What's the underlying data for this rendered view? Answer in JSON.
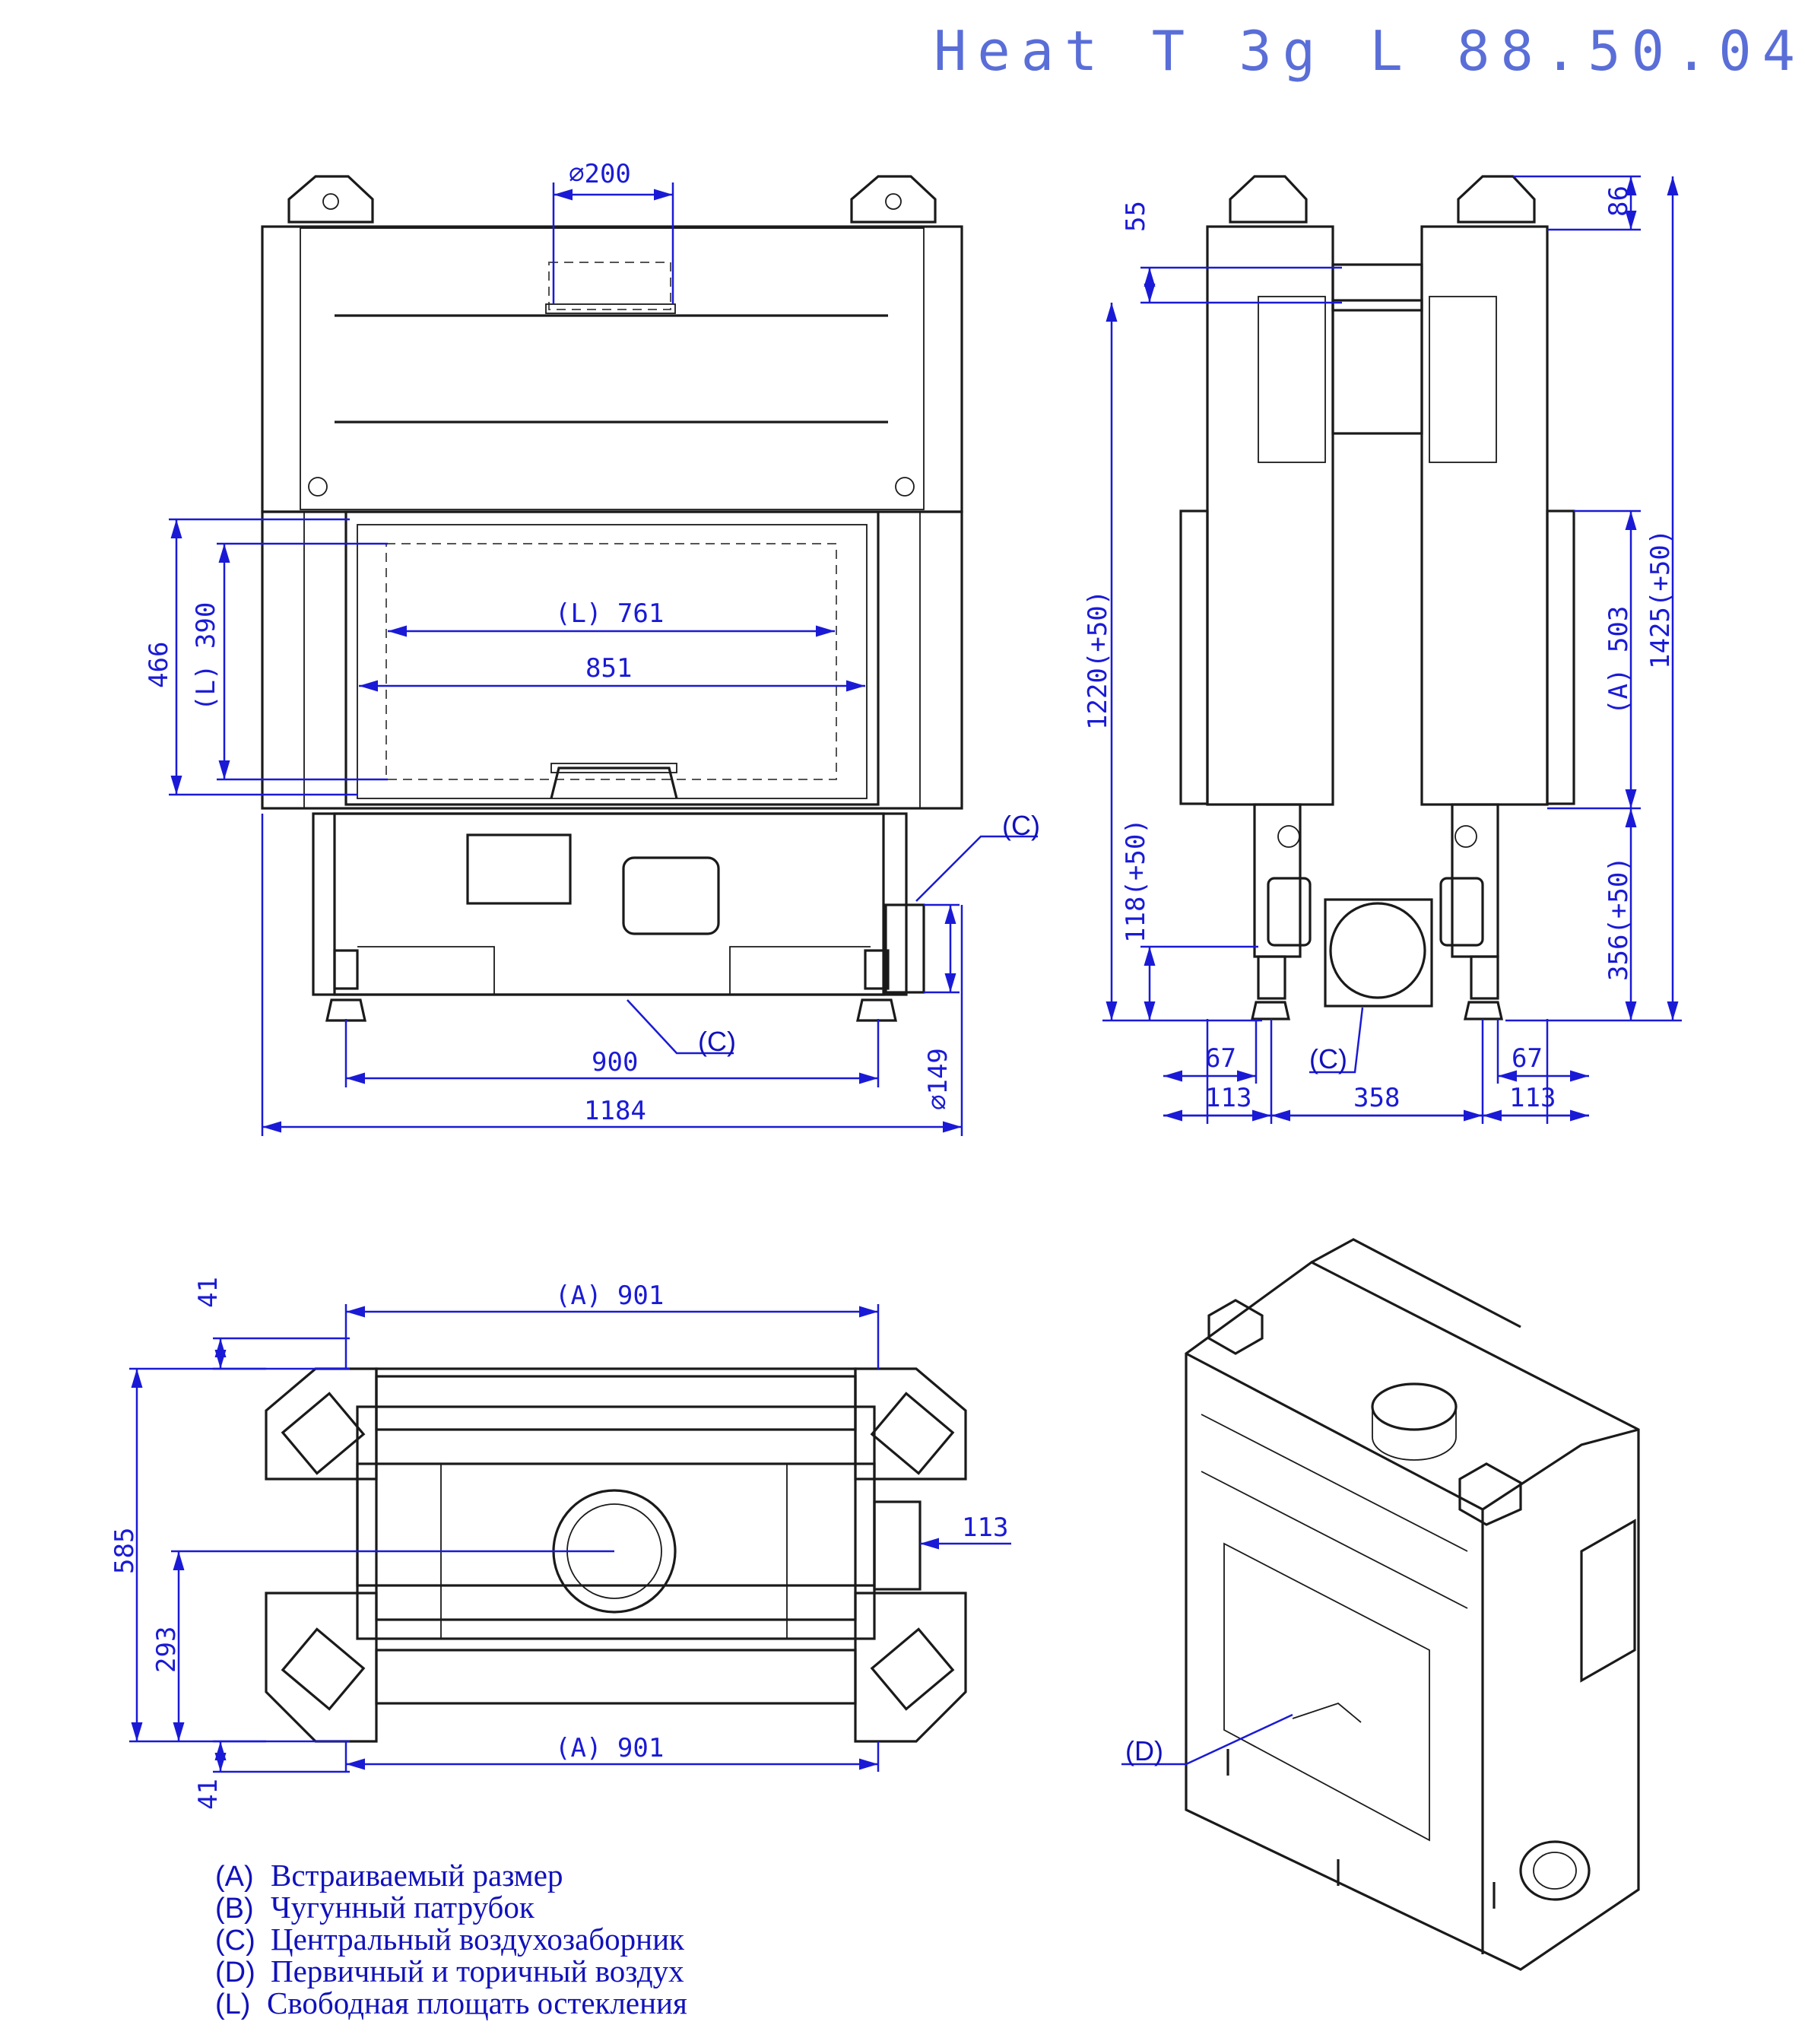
{
  "title": "Heat T 3g L 88.50.04",
  "front_view": {
    "flue_diameter": "∅200",
    "glass_width_free": "(L) 761",
    "opening_width": "851",
    "glass_height_free": "(L) 390",
    "opening_height": "466",
    "base_width": "900",
    "total_width": "1184",
    "air_inlet_diameter": "∅149",
    "callout_c_side": "(C)",
    "callout_c_bottom": "(C)"
  },
  "side_view": {
    "top_offset": "55",
    "top_right_offset": "86",
    "height_left": "1220(+50)",
    "height_right": "1425(+50)",
    "a_height": "(A) 503",
    "base_height_left": "118(+50)",
    "base_height_right": "356(+50)",
    "foot_left": "67",
    "foot_right": "67",
    "side_left": "113",
    "center": "358",
    "side_right": "113",
    "callout_c": "(C)"
  },
  "top_view": {
    "a_width_top": "(A) 901",
    "a_width_bottom": "(A) 901",
    "offset_top": "41",
    "offset_bottom": "41",
    "depth": "585",
    "center_depth": "293",
    "inlet_offset": "113"
  },
  "iso_view": {
    "callout_d": "(D)"
  },
  "legend": [
    {
      "key": "(A)",
      "text": "Встраиваемый размер"
    },
    {
      "key": "(B)",
      "text": "Чугунный патрубок"
    },
    {
      "key": "(C)",
      "text": "Центральный воздухозаборник"
    },
    {
      "key": "(D)",
      "text": "Первичный и торичный воздух"
    },
    {
      "key": "(L)",
      "text": "Свободная площать остекления"
    }
  ],
  "colors": {
    "dimension": "#1a1ad6",
    "ink": "#1a1a1a",
    "title": "#5a6ed8",
    "legend": "#1111bb"
  }
}
